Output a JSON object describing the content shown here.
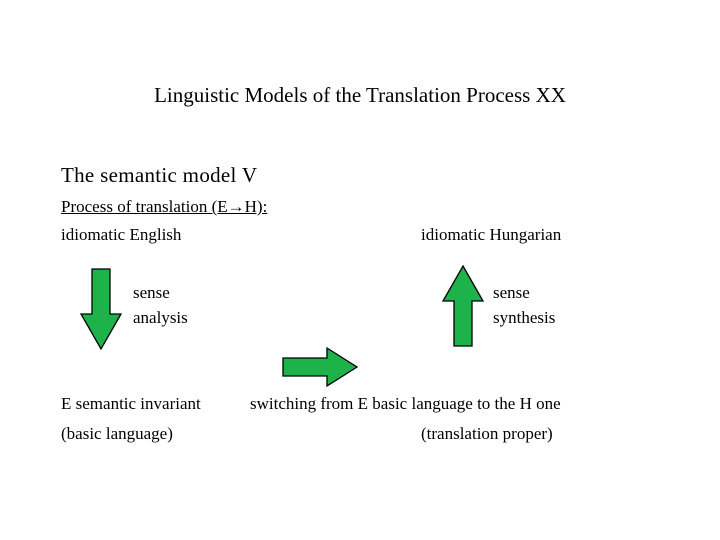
{
  "title": "Linguistic Models of the Translation Process XX",
  "subtitle": "The semantic model V",
  "process_heading": "Process of translation (E→H):",
  "source": {
    "label": "idiomatic English"
  },
  "target": {
    "label": "idiomatic Hungarian"
  },
  "left_step": {
    "line1": "sense",
    "line2": "analysis"
  },
  "right_step": {
    "line1": "sense",
    "line2": "synthesis"
  },
  "invariant": {
    "line1": "E semantic invariant",
    "line2": "(basic language)"
  },
  "switching": {
    "line1": "switching from E basic language to the H one",
    "line2": "(translation proper)"
  },
  "colors": {
    "arrow_fill": "#1db34a",
    "arrow_outline": "#000000",
    "background": "#ffffff",
    "text": "#000000"
  },
  "icons": {
    "down": "down-arrow-icon",
    "up": "up-arrow-icon",
    "right": "right-arrow-icon"
  }
}
